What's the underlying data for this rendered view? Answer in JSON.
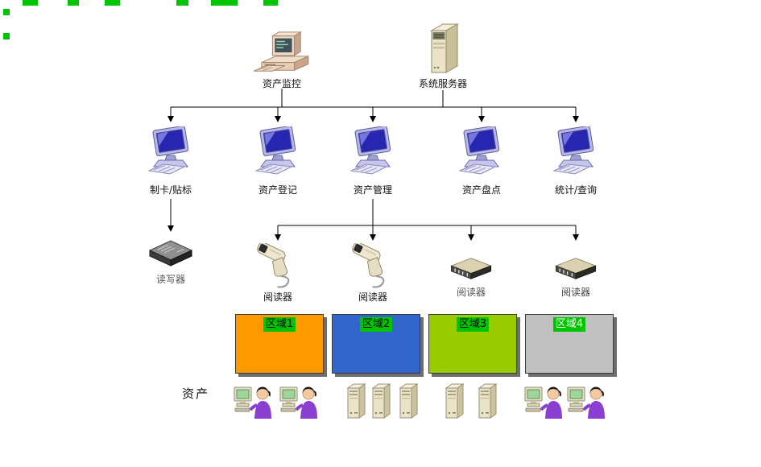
{
  "colors": {
    "background": "#ffffff",
    "line": "#000000",
    "accent_green": "#00c400",
    "zone_shadow": "#6e6e6e"
  },
  "top_nodes": [
    {
      "id": "asset-monitoring",
      "label": "资产监控",
      "icon": "desktop-computer-icon"
    },
    {
      "id": "system-server",
      "label": "系统服务器",
      "icon": "server-icon"
    }
  ],
  "workstations": [
    {
      "id": "card-labeling",
      "label": "制卡/贴标",
      "icon": "workstation-computer-icon"
    },
    {
      "id": "asset-registration",
      "label": "资产登记",
      "icon": "workstation-computer-icon"
    },
    {
      "id": "asset-management",
      "label": "资产管理",
      "icon": "workstation-computer-icon"
    },
    {
      "id": "asset-inventory",
      "label": "资产盘点",
      "icon": "workstation-computer-icon"
    },
    {
      "id": "statistics-query",
      "label": "统计/查询",
      "icon": "workstation-computer-icon"
    }
  ],
  "readers": [
    {
      "id": "card-reader-writer",
      "label": "读写器",
      "icon": "flat-reader-icon"
    },
    {
      "id": "reader-1",
      "label": "阅读器",
      "icon": "handheld-scanner-icon"
    },
    {
      "id": "reader-2",
      "label": "阅读器",
      "icon": "handheld-scanner-icon"
    },
    {
      "id": "reader-3",
      "label": "阅读器",
      "icon": "box-reader-icon"
    },
    {
      "id": "reader-4",
      "label": "阅读器",
      "icon": "box-reader-icon"
    }
  ],
  "zones": [
    {
      "label": "区域1",
      "color": "#ff9900"
    },
    {
      "label": "区域2",
      "color": "#3366cc"
    },
    {
      "label": "区域3",
      "color": "#99cc00"
    },
    {
      "label": "区域4",
      "color": "#c0c0c0"
    }
  ],
  "zone_clients": [
    {
      "zone": "区域1",
      "icon": "person-computer-icon",
      "count": 2
    },
    {
      "zone": "区域2",
      "icon": "tower-pc-icon",
      "count": 3
    },
    {
      "zone": "区域3",
      "icon": "tower-pc-icon",
      "count": 2
    },
    {
      "zone": "区域4",
      "icon": "person-computer-icon",
      "count": 2
    }
  ],
  "assets_label": "资产"
}
